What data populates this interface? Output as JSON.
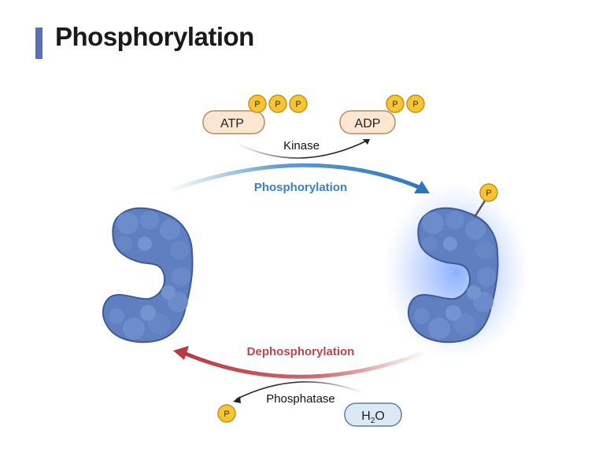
{
  "title": "Phosphorylation",
  "labels": {
    "atp": "ATP",
    "adp": "ADP",
    "kinase": "Kinase",
    "phosphorylation": "Phosphorylation",
    "dephosphorylation": "Dephosphorylation",
    "phosphatase": "Phosphatase",
    "water_h": "H",
    "water_sub": "2",
    "water_o": "O",
    "phosphate": "P"
  },
  "colors": {
    "title_accent": "#5b6fb8",
    "phosphorylation_arrow": "#3b82c4",
    "dephosphorylation_arrow": "#c0444c",
    "protein": "#5f7fc0",
    "phosphate": "#f7c531",
    "atp_box": "#fbe6d2",
    "water_box": "#dbe9f5"
  }
}
